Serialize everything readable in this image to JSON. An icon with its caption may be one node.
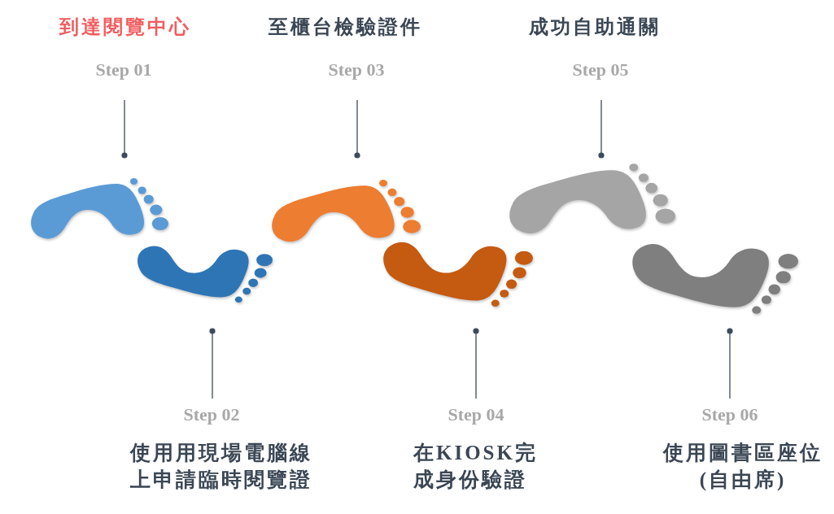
{
  "diagram": {
    "nodes": [
      {
        "text": [
          "到達閱覽中心",
          "Step 01"
        ]
      },
      {
        "text": [],
        "shape": "picture"
      },
      {
        "text": [
          "Step 02",
          "使用用現場電腦線上申請臨時閱覽證"
        ]
      },
      {
        "text": [],
        "shape": "picture"
      },
      {
        "text": [
          "至櫃台檢驗證件",
          "Step 03"
        ]
      },
      {
        "text": [],
        "shape": "picture"
      },
      {
        "text": [
          "Step 04",
          "在KIOSK完成身份驗證"
        ]
      },
      {
        "text": [],
        "shape": "picture"
      },
      {
        "text": [
          "成功自助通關",
          "Step 05"
        ]
      },
      {
        "text": [],
        "shape": "picture"
      },
      {
        "text": [
          "Step 06",
          "使用圖書區座位(自由席)"
        ]
      },
      {
        "text": [],
        "shape": "picture"
      }
    ],
    "edges": [
      {
        "from": 0,
        "to": 1,
        "arrow": "other"
      },
      {
        "from": 2,
        "to": 3,
        "arrow": "other"
      },
      {
        "from": 4,
        "to": 5,
        "arrow": "other"
      },
      {
        "from": 6,
        "to": 7,
        "arrow": "other"
      },
      {
        "from": 8,
        "to": 9,
        "arrow": "other"
      },
      {
        "from": 10,
        "to": 11,
        "arrow": "other"
      }
    ]
  }
}
